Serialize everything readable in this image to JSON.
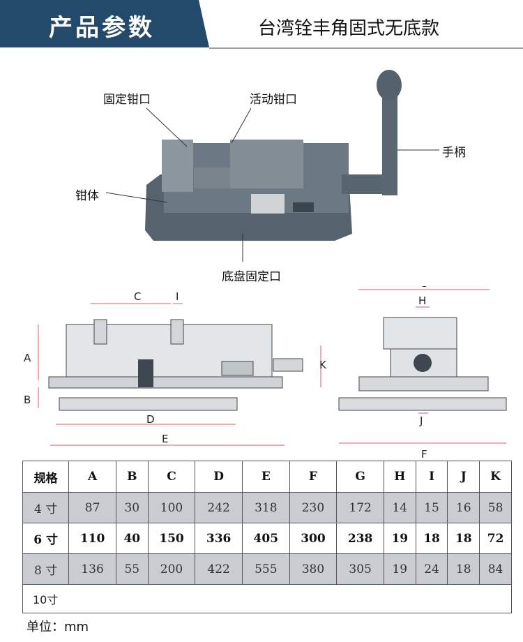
{
  "header": {
    "badge": "产品参数",
    "title": "台湾铨丰角固式无底款"
  },
  "photo": {
    "labels": {
      "fixed_jaw": "固定钳口",
      "moving_jaw": "活动钳口",
      "handle": "手柄",
      "body": "钳体",
      "base_slot": "底盘固定口"
    }
  },
  "drawing": {
    "dims": {
      "A": "A",
      "B": "B",
      "C": "C",
      "D": "D",
      "E": "E",
      "F": "F",
      "G": "G",
      "H": "H",
      "I": "I",
      "J": "J",
      "K": "K"
    }
  },
  "table": {
    "headers": [
      "规格",
      "A",
      "B",
      "C",
      "D",
      "E",
      "F",
      "G",
      "H",
      "I",
      "J",
      "K"
    ],
    "rows": [
      [
        "4 寸",
        "87",
        "30",
        "100",
        "242",
        "318",
        "230",
        "172",
        "14",
        "15",
        "16",
        "58"
      ],
      [
        "6 寸",
        "110",
        "40",
        "150",
        "336",
        "405",
        "300",
        "238",
        "19",
        "18",
        "18",
        "72"
      ],
      [
        "8 寸",
        "136",
        "55",
        "200",
        "422",
        "555",
        "380",
        "305",
        "19",
        "24",
        "18",
        "84"
      ]
    ],
    "note": "10寸"
  },
  "unit": "单位：mm",
  "colors": {
    "header_bg": "#244a6b",
    "vise_body": "#5d6a75",
    "row_grey": "#c9cdd2",
    "dim_line": "#e05a6a"
  }
}
